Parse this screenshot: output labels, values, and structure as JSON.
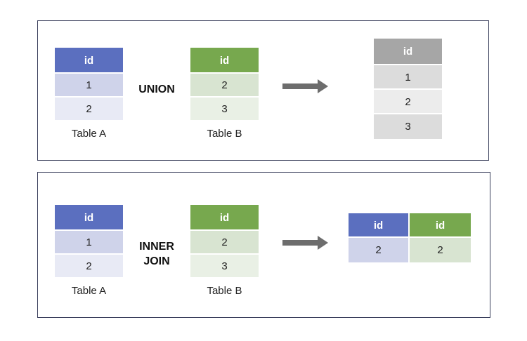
{
  "colors": {
    "blue_header": "#5b6fbf",
    "blue_row1": "#cfd3ea",
    "blue_row2": "#e8eaf5",
    "green_header": "#77a84e",
    "green_row1": "#d8e4d1",
    "green_row2": "#e9f0e5",
    "gray_header": "#a6a6a6",
    "gray_row1": "#dcdcdc",
    "gray_row2": "#ececec",
    "gray_row3": "#dcdcdc",
    "arrow": "#6d6d6d"
  },
  "union": {
    "operator": "UNION",
    "table_a": {
      "header": "id",
      "rows": [
        "1",
        "2"
      ],
      "caption": "Table A"
    },
    "table_b": {
      "header": "id",
      "rows": [
        "2",
        "3"
      ],
      "caption": "Table B"
    },
    "result": {
      "header": "id",
      "rows": [
        "1",
        "2",
        "3"
      ]
    }
  },
  "inner_join": {
    "operator_line1": "INNER",
    "operator_line2": "JOIN",
    "table_a": {
      "header": "id",
      "rows": [
        "1",
        "2"
      ],
      "caption": "Table A"
    },
    "table_b": {
      "header": "id",
      "rows": [
        "2",
        "3"
      ],
      "caption": "Table B"
    },
    "result": {
      "headers": [
        "id",
        "id"
      ],
      "rows": [
        [
          "2",
          "2"
        ]
      ]
    }
  }
}
